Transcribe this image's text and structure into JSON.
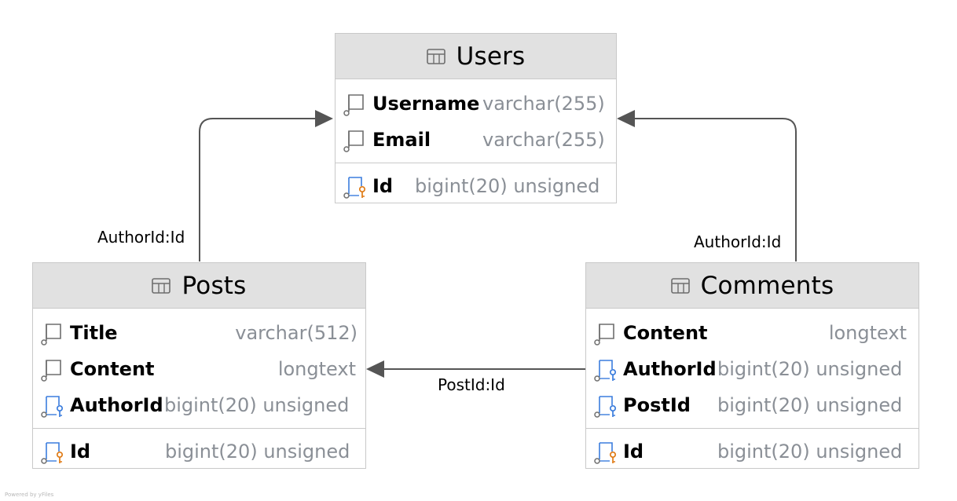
{
  "entities": {
    "users": {
      "title": "Users",
      "attributes": [
        {
          "name": "Username",
          "type": "varchar(255)",
          "kind": "column"
        },
        {
          "name": "Email",
          "type": "varchar(255)",
          "kind": "column"
        }
      ],
      "keys": [
        {
          "name": "Id",
          "type": "bigint(20) unsigned",
          "kind": "primary-key"
        }
      ]
    },
    "posts": {
      "title": "Posts",
      "attributes": [
        {
          "name": "Title",
          "type": "varchar(512)",
          "kind": "column"
        },
        {
          "name": "Content",
          "type": "longtext",
          "kind": "column"
        },
        {
          "name": "AuthorId",
          "type": "bigint(20) unsigned",
          "kind": "foreign-key"
        }
      ],
      "keys": [
        {
          "name": "Id",
          "type": "bigint(20) unsigned",
          "kind": "primary-key"
        }
      ]
    },
    "comments": {
      "title": "Comments",
      "attributes": [
        {
          "name": "Content",
          "type": "longtext",
          "kind": "column"
        },
        {
          "name": "AuthorId",
          "type": "bigint(20) unsigned",
          "kind": "foreign-key"
        },
        {
          "name": "PostId",
          "type": "bigint(20) unsigned",
          "kind": "foreign-key"
        }
      ],
      "keys": [
        {
          "name": "Id",
          "type": "bigint(20) unsigned",
          "kind": "primary-key"
        }
      ]
    }
  },
  "relations": [
    {
      "from": "Posts",
      "to": "Users",
      "label": "AuthorId:Id"
    },
    {
      "from": "Comments",
      "to": "Users",
      "label": "AuthorId:Id"
    },
    {
      "from": "Comments",
      "to": "Posts",
      "label": "PostId:Id"
    }
  ],
  "footer": "Powered by yFiles",
  "colors": {
    "header_bg": "#e1e1e1",
    "border": "#c9c9c9",
    "type_text": "#8a8f96",
    "edge": "#555555",
    "icon_gray": "#6e6e6e",
    "icon_blue": "#3b7ddd",
    "icon_orange": "#e07b16"
  }
}
